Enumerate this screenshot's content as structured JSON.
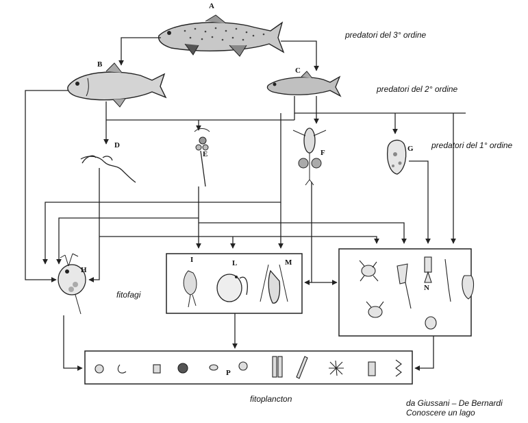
{
  "labels": {
    "A": "A",
    "B": "B",
    "C": "C",
    "D": "D",
    "E": "E",
    "F": "F",
    "G": "G",
    "H": "H",
    "I": "I",
    "L": "L",
    "M": "M",
    "N": "N",
    "P": "P"
  },
  "notes": {
    "predatori3": "predatori del 3° ordine",
    "predatori2": "predatori del 2° ordine",
    "predatori1": "predatori del 1° ordine",
    "fitofagi": "fitofagi",
    "fitoplancton": "fitoplancton",
    "credit_line1": "da Giussani – De Bernardi",
    "credit_line2": "Conoscere un lago"
  },
  "colors": {
    "ink": "#222222",
    "fish_body": "#bdbdbd"
  }
}
